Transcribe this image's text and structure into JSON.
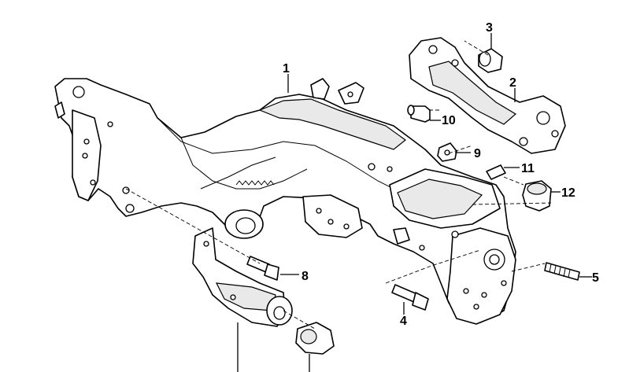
{
  "diagram": {
    "callouts": [
      "1",
      "2",
      "3",
      "4",
      "5",
      "8",
      "9",
      "10",
      "11",
      "12"
    ]
  }
}
